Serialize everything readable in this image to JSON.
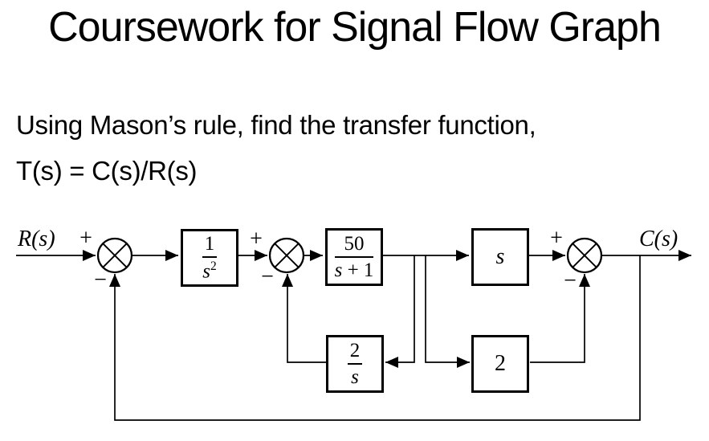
{
  "slide": {
    "title": "Coursework for Signal Flow Graph",
    "instruction": {
      "line1": "Using Mason’s rule, find the transfer function,",
      "line2": "T(s) = C(s)/R(s)"
    }
  },
  "diagram": {
    "input_label": "R(s)",
    "output_label": "C(s)",
    "plus_sign": "+",
    "minus_sign": "−",
    "blocks": {
      "integrator": {
        "numerator": "1",
        "denominator_base": "s",
        "denominator_exponent": "2"
      },
      "plant": {
        "numerator": "50",
        "denominator_base": "s",
        "denominator_suffix": " + 1"
      },
      "differentiator": {
        "label": "s"
      },
      "feedback_2_over_s": {
        "numerator": "2",
        "denominator_base": "s"
      },
      "feedback_gain_2": {
        "label": "2"
      }
    },
    "colors": {
      "line": "#000000",
      "background": "#ffffff",
      "text": "#000000"
    }
  }
}
